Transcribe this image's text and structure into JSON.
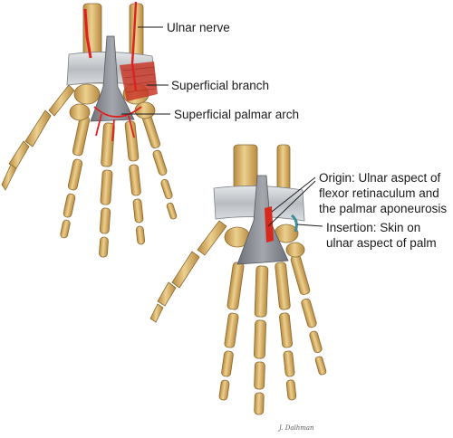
{
  "hand1": {
    "labels": {
      "ulnar_nerve": "Ulnar nerve",
      "superficial_branch": "Superficial branch",
      "superficial_palmar_arch": "Superficial palmar arch"
    }
  },
  "hand2": {
    "labels": {
      "origin_line1": "Origin: Ulnar aspect of",
      "origin_line2": "flexor retinaculum and",
      "origin_line3": "the palmar aponeurosis",
      "insertion_line1": "Insertion: Skin on",
      "insertion_line2": "ulnar aspect of palm"
    }
  },
  "signature": "J. Dalhman",
  "colors": {
    "bone": "#d9b572",
    "bone_shadow": "#a9803e",
    "retinaculum": "#c9ccd0",
    "aponeurosis": "#8f9399",
    "nerve": "#e02020",
    "muscle": "#c83a2a",
    "tendon_teal": "#3e8f9a"
  }
}
